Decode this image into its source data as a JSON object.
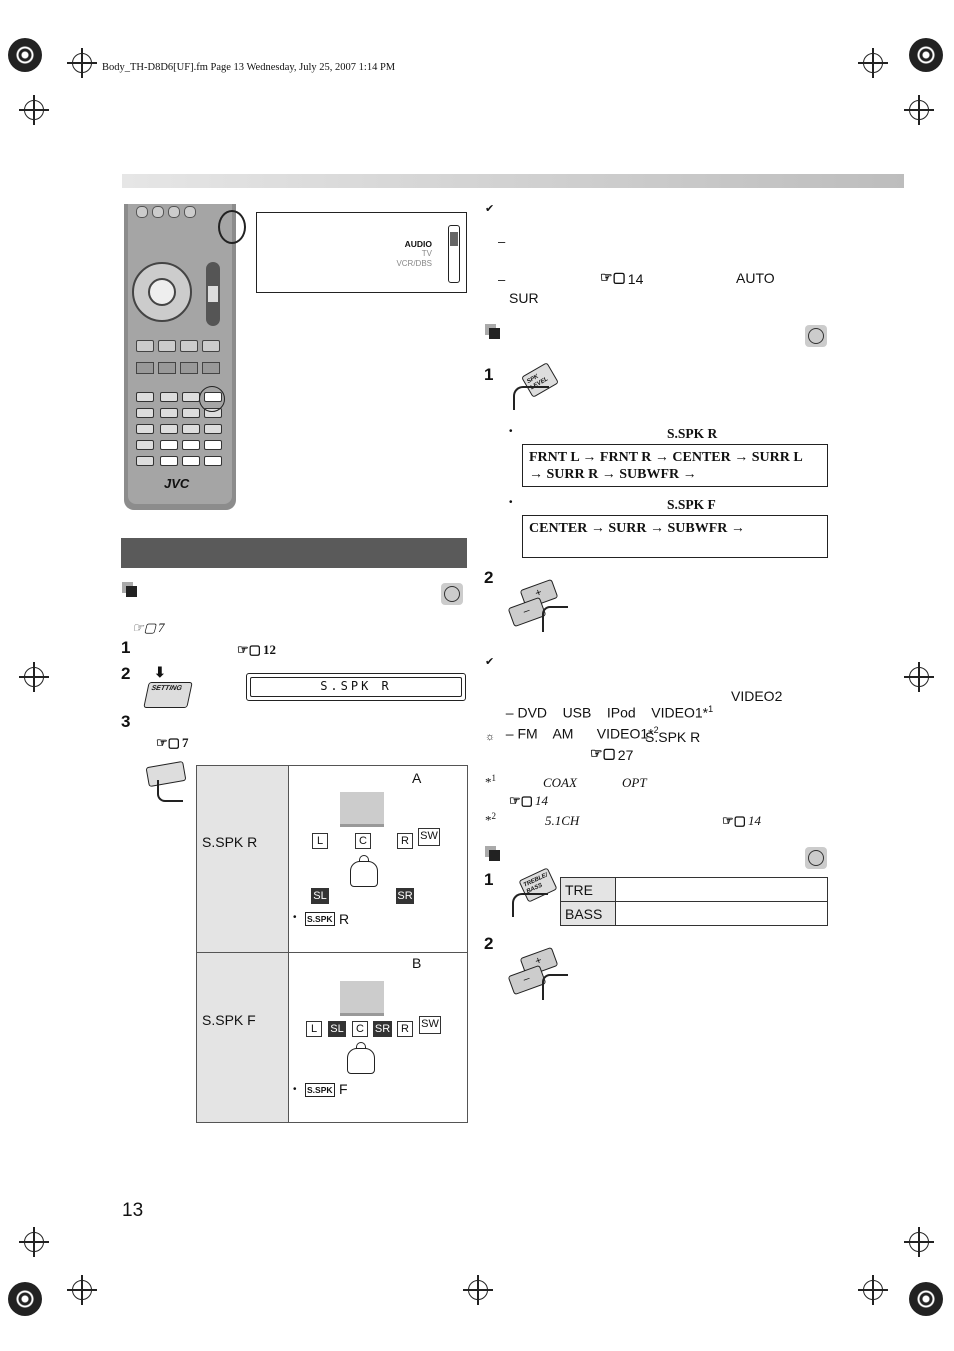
{
  "header": {
    "file_info": "Body_TH-D8D6[UF].fm  Page 13  Wednesday, July 25, 2007  1:14 PM"
  },
  "remote": {
    "brand": "JVC"
  },
  "switch": {
    "audio": "AUDIO",
    "tv": "TV",
    "vcr": "VCR/DBS"
  },
  "left": {
    "ref7a": "7",
    "step1_ref": "12",
    "display_text": "S.SPK R",
    "step3_ref": "7",
    "setting_label": "SETTING"
  },
  "table": {
    "row_r": {
      "label": "S.SPK R",
      "letter": "A",
      "note_suffix": "R",
      "spk_icon": "S.SPK"
    },
    "row_f": {
      "label": "S.SPK F",
      "letter": "B",
      "note_suffix": "F",
      "spk_icon": "S.SPK"
    },
    "boxes": {
      "l": "L",
      "c": "C",
      "r": "R",
      "sw": "SW",
      "sl": "SL",
      "sr": "SR"
    }
  },
  "right": {
    "note1_ref": "14",
    "auto": "AUTO",
    "sur": "SUR",
    "spk_level_label": "SPK LEVEL",
    "bullet1_label": "S.SPK R",
    "seq_r_line1": "FRNT L → FRNT R → CENTER → SURR L",
    "seq_r_line2": "→ SURR R → SUBWFR →",
    "bullet2_label": "S.SPK F",
    "seq_f": "CENTER → SURR → SUBWFR →",
    "sources_line1": "– DVD    USB    IPod    VIDEO1*",
    "sup1": "1",
    "video2": "VIDEO2",
    "sources_line2": "– FM    AM      VIDEO1*",
    "sup2": "2",
    "tip_label": "S.SPK R",
    "tip_ref": "27",
    "fn1_mark": "*",
    "fn1_sup": "1",
    "fn1_coax": "COAX",
    "fn1_opt": "OPT",
    "fn1_ref": "14",
    "fn2_mark": "*",
    "fn2_sup": "2",
    "fn2_text": "5.1CH",
    "fn2_ref": "14",
    "treble_label": "TREBLE/ BASS",
    "tre": "TRE",
    "bass": "BASS"
  },
  "steps": {
    "s1": "1",
    "s2": "2",
    "s3": "3"
  },
  "page_number": "13"
}
